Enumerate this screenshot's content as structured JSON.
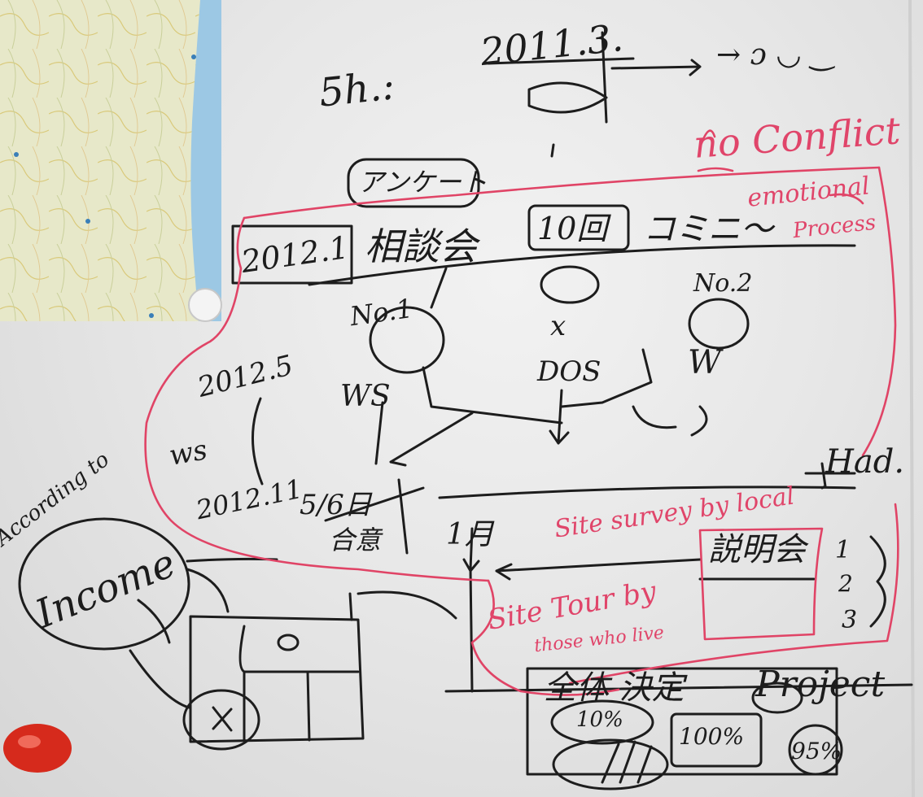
{
  "colors": {
    "black_ink": "#1d1d1d",
    "red_ink": "#e04466",
    "map_sea": "#9cc8e4",
    "magnet": "#d62a1c"
  },
  "images": {
    "map": "map-icon",
    "magnet_white": "magnet-icon",
    "magnet_red": "magnet-icon"
  },
  "text": {
    "date_top": "2011.3.",
    "shi": "5h.:",
    "smile": "→ ɔ ◡ ‿",
    "no_conflict": "no Conflict",
    "questionnaire": "アンケート",
    "year_box": "2012.1",
    "meeting": "相談会",
    "ten_times": "10回",
    "community": "コミニ～",
    "emotional": "emotional",
    "process": "Process",
    "no1": "No.1",
    "no2": "No.2",
    "x_mark": "x",
    "dos": "DOS",
    "w": "W",
    "d2012_5": "2012.5",
    "ws_left": "ws",
    "ws_mid": "WS",
    "d2012_11": "2012.11",
    "d5_6": "5/6日",
    "sign": "合意",
    "had": "Had.",
    "jan": "1月",
    "site_survey": "Site survey by local",
    "explain": "説明会",
    "n1": "1",
    "n2": "2",
    "n3": "3",
    "site_tour": "Site Tour by",
    "those_live": "those who live",
    "according": "According to",
    "income": "Income",
    "decision": "全体 決定",
    "project": "Project",
    "p10": "10%",
    "p100": "100%",
    "p95": "95%"
  }
}
